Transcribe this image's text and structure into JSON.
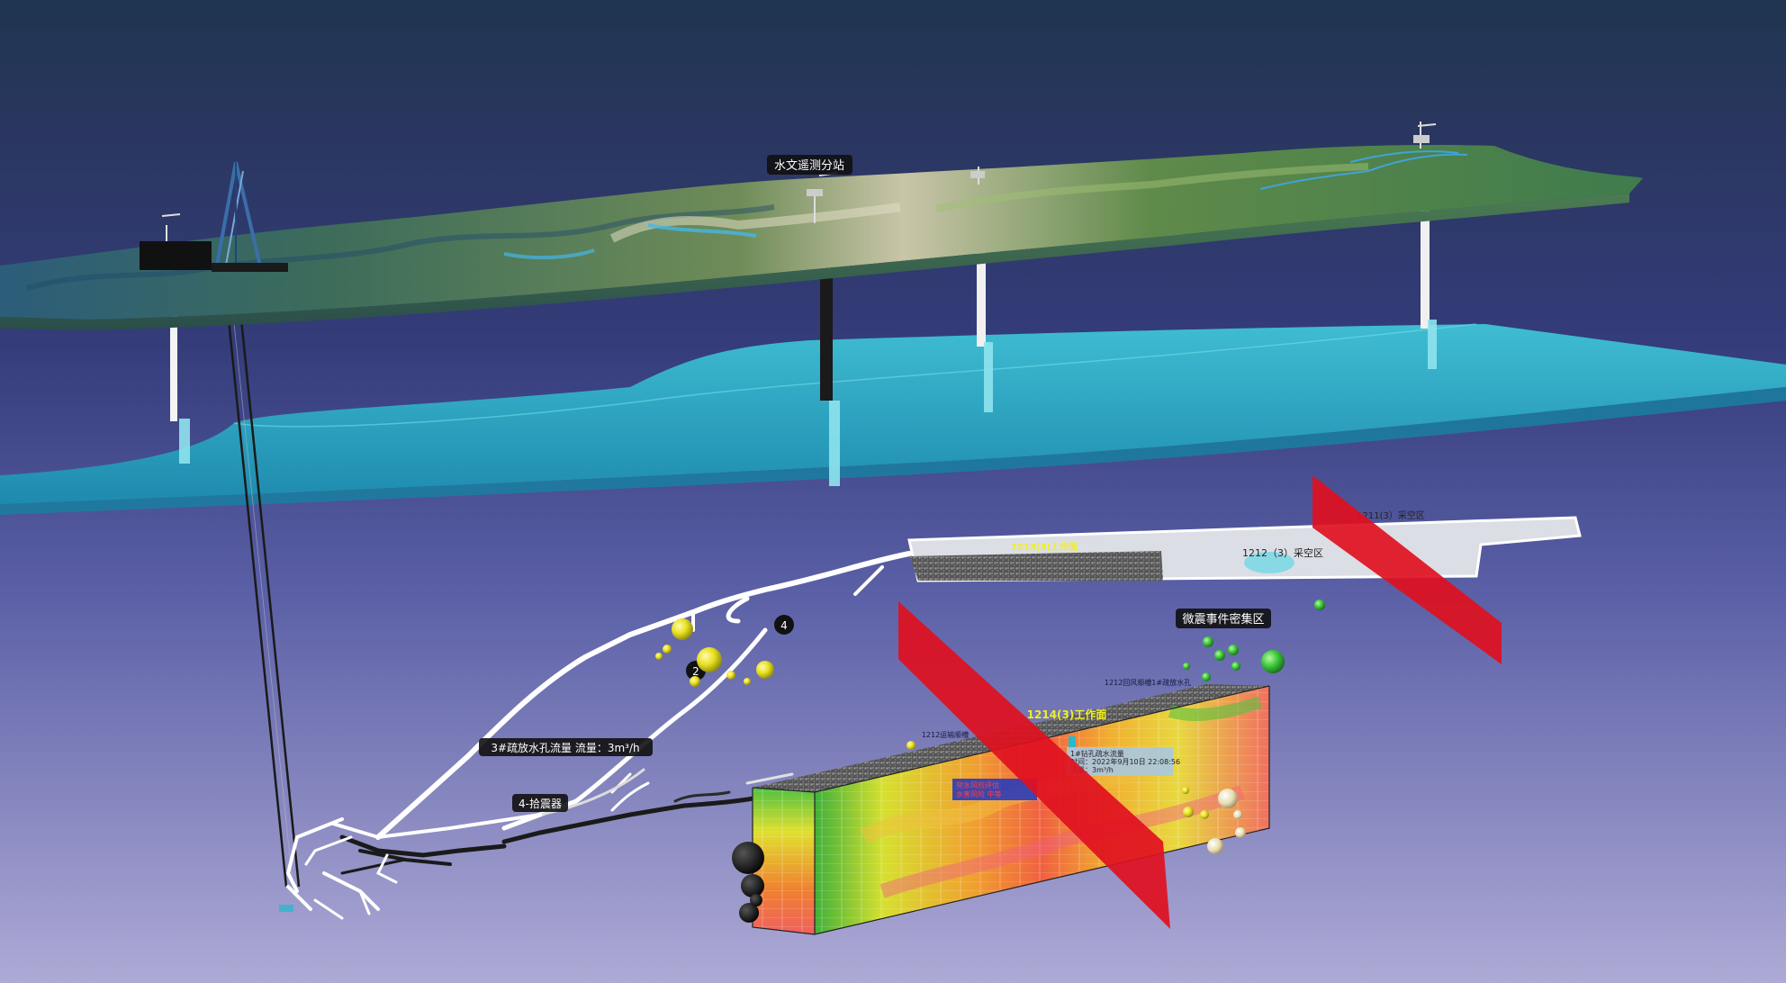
{
  "labels": {
    "hydro_station": "水文遥测分站",
    "microseismic_zone": "微震事件密集区",
    "drain_hole_flow": "3#疏放水孔流量 流量：3m³/h",
    "geophone_4": "4-拾震器",
    "face_1214": "1214(3)工作面",
    "face_1213": "1213(3)工作面",
    "goaf_1212": "1212（3）采空区",
    "goaf_1211": "1211(3）采空区",
    "marker_2": "2",
    "marker_4": "4"
  },
  "popup": {
    "line1": "1#钻孔疏水流量",
    "line2": "时间：2022年9月10日 22:08:56",
    "line3": "流量：3m³/h"
  },
  "small_labels": {
    "top_note": "1212回风顺槽1#疏放水孔",
    "left_note": "1212运输顺槽",
    "blue_line1": "突水风险评估",
    "blue_line2": "水害风险 中等"
  },
  "colors": {
    "sky_top": "#25385a",
    "sky_bottom": "#a8a6d4",
    "aquifer": "#2bb8cf",
    "fault_plane": "#e01020",
    "microseismic_yellow": "#e8e020",
    "microseismic_green": "#3cc83c",
    "label_bg": "#111111",
    "label_text": "#ffffff",
    "workface_label": "#f0f020"
  }
}
